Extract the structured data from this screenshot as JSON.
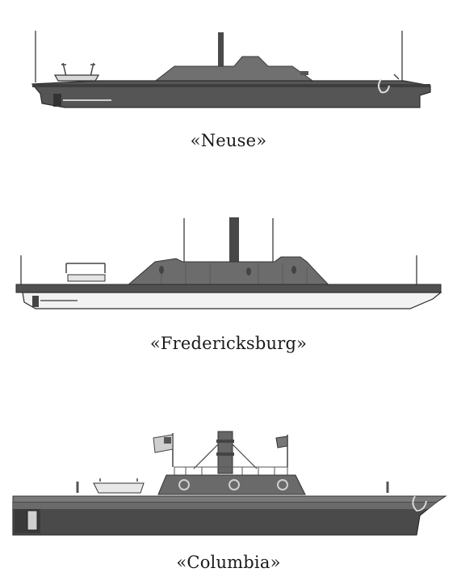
{
  "ships": [
    {
      "id": "neuse",
      "caption": "«Neuse»"
    },
    {
      "id": "fredericksburg",
      "caption": "«Fredericksburg»"
    },
    {
      "id": "columbia",
      "caption": "«Columbia»"
    }
  ],
  "colors": {
    "hull_dark": "#3c3c3c",
    "hull_mid": "#5a5a5a",
    "casemate": "#6e6e6e",
    "casemate_light": "#8a8a8a",
    "deck": "#4a4a4a",
    "lower_hull_light": "#f2f2f2",
    "line": "#2a2a2a"
  }
}
